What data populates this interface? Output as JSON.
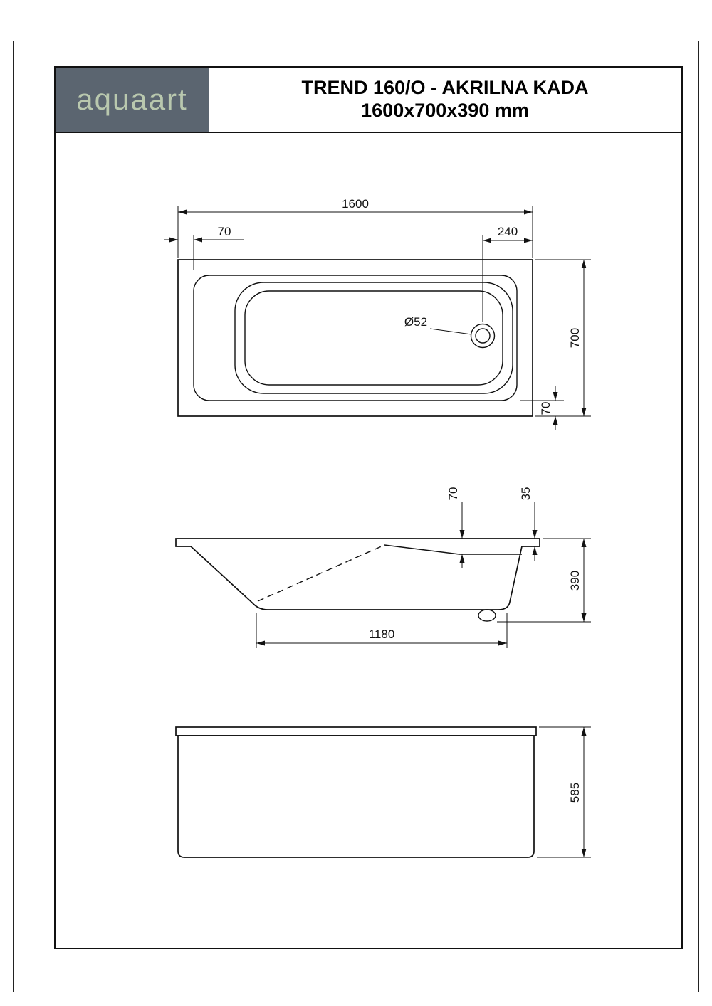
{
  "header": {
    "logo_text": "aquaart",
    "title_line1": "TREND 160/O - AKRILNA KADA",
    "title_line2": "1600x700x390 mm"
  },
  "colors": {
    "logo_background": "#5b6570",
    "logo_text_color": "#b9c8ae",
    "line_color": "#111111"
  },
  "views": {
    "top": {
      "dim_overall_length": "1600",
      "dim_rim_width_left": "70",
      "dim_drain_to_edge": "240",
      "dim_overall_width": "700",
      "dim_rim_width_bottom": "70",
      "drain_label": "Ø52"
    },
    "side": {
      "dim_rim_depth": "70",
      "dim_flange_height": "35",
      "dim_height": "390",
      "dim_bottom_length": "1180"
    },
    "front": {
      "dim_skirt_height": "585"
    }
  }
}
